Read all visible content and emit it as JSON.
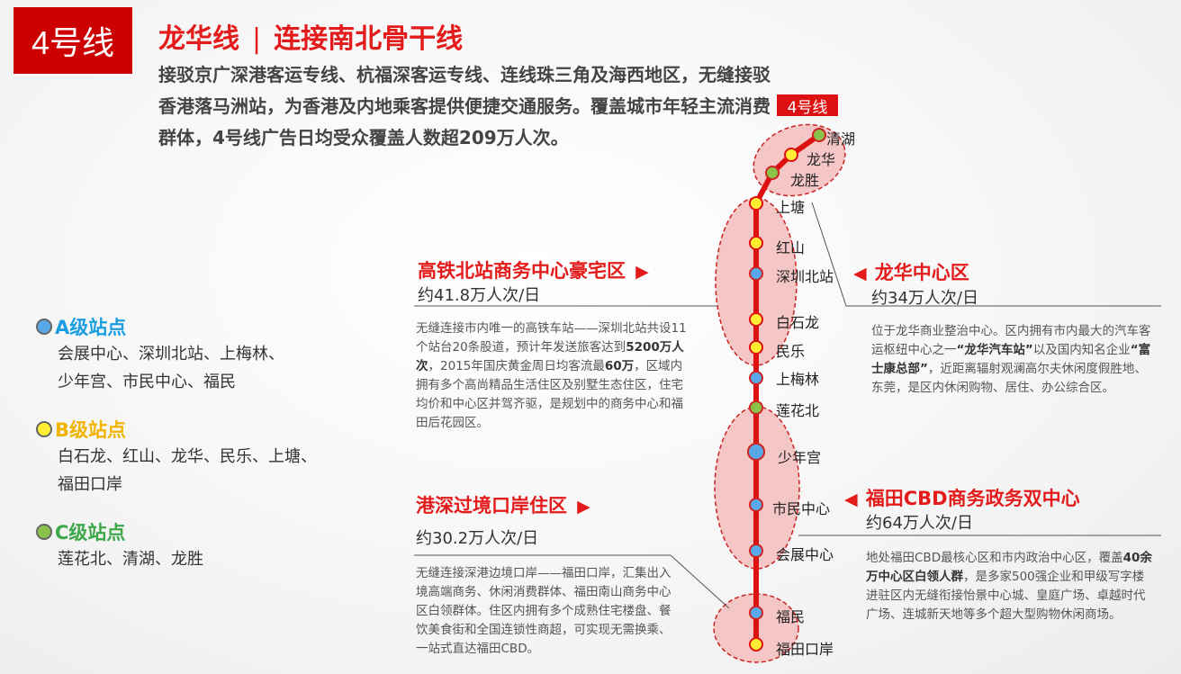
{
  "header": {
    "badge": "4号线",
    "title_main": "龙华线",
    "title_sep": "|",
    "title_sub": "连接南北骨干线",
    "intro": "接驳京广深港客运专线、杭福深客运专线、连线珠三角及海西地区，无缝接驳香港落马洲站，为香港及内地乘客提供便捷交通服务。覆盖城市年轻主流消费群体，4号线广告日均受众覆盖人数超209万人次。"
  },
  "legend": {
    "a": {
      "title": "A级站点",
      "color": "#5aa9e6",
      "text_color": "#1a9ee0",
      "line1": "会展中心、深圳北站、上梅林、",
      "line2": "少年宫、市民中心、福民"
    },
    "b": {
      "title": "B级站点",
      "color": "#ffee33",
      "text_color": "#f0b400",
      "line1": "白石龙、红山、龙华、民乐、上塘、",
      "line2": "福田口岸"
    },
    "c": {
      "title": "C级站点",
      "color": "#8bc34a",
      "text_color": "#3ca84a",
      "line1": "莲花北、清湖、龙胜"
    }
  },
  "zones": {
    "north": {
      "title": "高铁北站商务中心豪宅区",
      "arrow": "▶",
      "traffic": "约41.8万人次/日",
      "desc_1": "无缝连接市内唯一的高铁车站——深圳北站共设11个站台20条股道，预计年发送旅客达到",
      "desc_b1": "5200万人次",
      "desc_2": "，2015年国庆黄金周日均客流最",
      "desc_b2": "60万",
      "desc_3": "，区域内拥有多个高尚精品生活住区及别墅生态住区，住宅均价和中心区并驾齐驱，是规划中的商务中心和福田后花园区。"
    },
    "longhua": {
      "title": "龙华中心区",
      "arrow": "◀",
      "traffic": "约34万人次/日",
      "desc_1": "位于龙华商业整治中心。区内拥有市内最大的汽车客运枢纽中心之一",
      "desc_b1": "“龙华汽车站”",
      "desc_2": "以及国内知名企业",
      "desc_b2": "“富士康总部”",
      "desc_3": "，近距离辐射观澜高尔夫休闲度假胜地、东莞，是区内休闲购物、居住、办公综合区。"
    },
    "port": {
      "title": "港深过境口岸住区",
      "arrow": "▶",
      "traffic": "约30.2万人次/日",
      "desc": "无缝连接深港边境口岸——福田口岸，汇集出入境高端商务、休闲消费群体、福田南山商务中心区白领群体。住区内拥有多个成熟住宅楼盘、餐饮美食街和全国连锁性商超，可实现无需换乘、一站式直达福田CBD。"
    },
    "cbd": {
      "title": "福田CBD商务政务双中心",
      "arrow": "◀",
      "traffic": "约64万人次/日",
      "desc_1": "地处福田CBD最核心区和市内政治中心区，覆盖",
      "desc_b1": "40余万中心区白领人群",
      "desc_2": "，是多家500强企业和甲级写字楼进驻区内无缝衔接怡景中心城、皇庭广场、卓越时代广场、连城新天地等多个超大型购物休闲商场。"
    }
  },
  "map": {
    "badge": "4号线",
    "line_color": "#dd1111",
    "stations": [
      {
        "name": "清湖",
        "grade": "C"
      },
      {
        "name": "龙华",
        "grade": "B"
      },
      {
        "name": "龙胜",
        "grade": "C"
      },
      {
        "name": "上塘",
        "grade": "B"
      },
      {
        "name": "红山",
        "grade": "B"
      },
      {
        "name": "深圳北站",
        "grade": "A"
      },
      {
        "name": "白石龙",
        "grade": "B"
      },
      {
        "name": "民乐",
        "grade": "B"
      },
      {
        "name": "上梅林",
        "grade": "A"
      },
      {
        "name": "莲花北",
        "grade": "C"
      },
      {
        "name": "少年宫",
        "grade": "A"
      },
      {
        "name": "市民中心",
        "grade": "A"
      },
      {
        "name": "会展中心",
        "grade": "A"
      },
      {
        "name": "福民",
        "grade": "A"
      },
      {
        "name": "福田口岸",
        "grade": "B"
      }
    ]
  }
}
